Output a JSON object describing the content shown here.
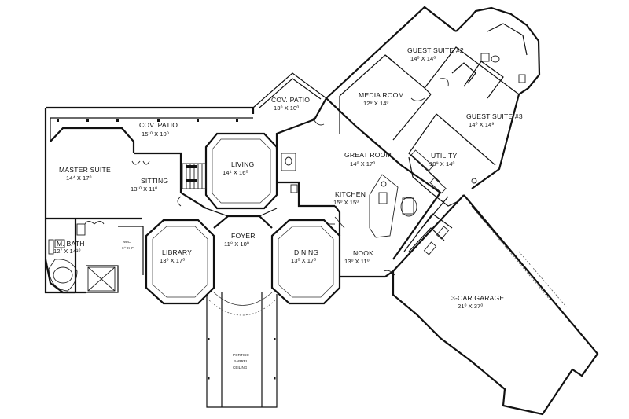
{
  "rooms": {
    "cov_patio_main": {
      "name": "COV. PATIO",
      "dim": "15¹⁰ X 10⁰"
    },
    "cov_patio_right": {
      "name": "COV. PATIO",
      "dim": "13⁰ X 10⁰"
    },
    "master_suite": {
      "name": "MASTER SUITE",
      "dim": "14⁴ X 17⁰"
    },
    "sitting": {
      "name": "SITTING",
      "dim": "13¹⁰ X 11⁰"
    },
    "living": {
      "name": "LIVING",
      "dim": "14⁴ X 16⁰"
    },
    "m_bath": {
      "name": "M. BATH",
      "dim": "12⁷ X 14¹⁰"
    },
    "wic": {
      "name": "WIC",
      "dim": "6¹¹ X 7⁹"
    },
    "library": {
      "name": "LIBRARY",
      "dim": "13⁰ X 17⁰"
    },
    "foyer": {
      "name": "FOYER",
      "dim": "11⁸ X 10⁰"
    },
    "dining": {
      "name": "DINING",
      "dim": "13⁰ X 17⁰"
    },
    "portico": {
      "lines": [
        "PORTICO",
        "BARREL",
        "CEILING"
      ]
    },
    "great_room": {
      "name": "GREAT ROOM",
      "dim": "14⁰ X 17⁰"
    },
    "kitchen": {
      "name": "KITCHEN",
      "dim": "15⁰ X 15⁰"
    },
    "nook": {
      "name": "NOOK",
      "dim": "13⁰ X 11⁰"
    },
    "media_room": {
      "name": "MEDIA ROOM",
      "dim": "12⁹ X 14⁰"
    },
    "guest_suite_2": {
      "name": "GUEST SUITE #2",
      "dim": "14⁰ X 14⁰"
    },
    "guest_suite_3": {
      "name": "GUEST SUITE #3",
      "dim": "14⁰ X 14⁹"
    },
    "utility": {
      "name": "UTILITY",
      "dim": "10⁹ X 14⁰"
    },
    "garage": {
      "name": "3-CAR GARAGE",
      "dim": "21⁰ X 37⁰"
    }
  }
}
